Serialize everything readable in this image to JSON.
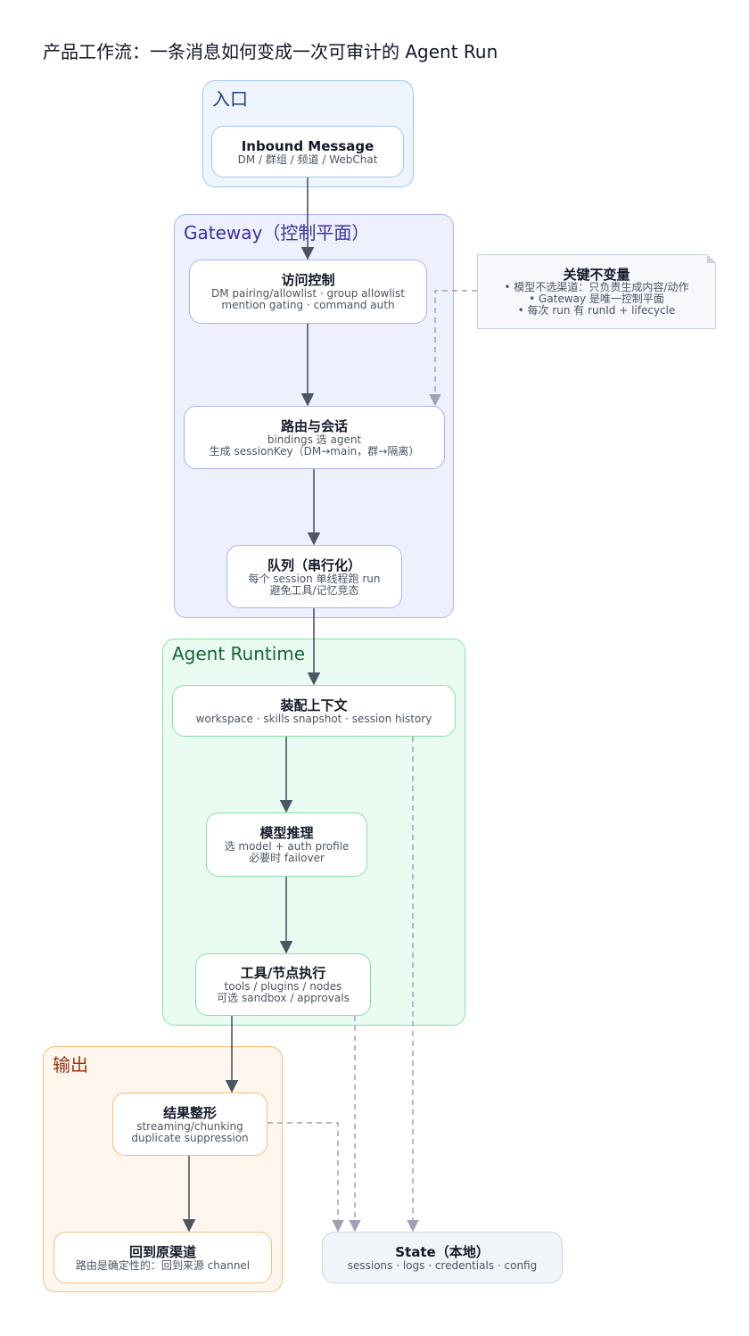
{
  "title": "产品工作流：一条消息如何变成一次可审计的 Agent Run",
  "groups": {
    "entry": "入口",
    "gateway": "Gateway（控制平面）",
    "agent": "Agent Runtime",
    "output": "输出"
  },
  "nodes": {
    "inbound": {
      "title": "Inbound Message",
      "lines": [
        "DM / 群组 / 频道 / WebChat"
      ]
    },
    "access": {
      "title": "访问控制",
      "lines": [
        "DM pairing/allowlist · group allowlist",
        "mention gating · command auth"
      ]
    },
    "routing": {
      "title": "路由与会话",
      "lines": [
        "bindings 选 agent",
        "生成 sessionKey（DM→main，群→隔离）"
      ]
    },
    "queue": {
      "title": "队列（串行化）",
      "lines": [
        "每个 session 单线程跑 run",
        "避免工具/记忆竞态"
      ]
    },
    "context": {
      "title": "装配上下文",
      "lines": [
        "workspace · skills snapshot · session history"
      ]
    },
    "model": {
      "title": "模型推理",
      "lines": [
        "选 model + auth profile",
        "必要时 failover"
      ]
    },
    "tools": {
      "title": "工具/节点执行",
      "lines": [
        "tools / plugins / nodes",
        "可选 sandbox / approvals"
      ]
    },
    "shaping": {
      "title": "结果整形",
      "lines": [
        "streaming/chunking",
        "duplicate suppression"
      ]
    },
    "reply": {
      "title": "回到原渠道",
      "lines": [
        "路由是确定性的：回到来源 channel"
      ]
    },
    "state": {
      "title": "State（本地）",
      "lines": [
        "sessions · logs · credentials · config"
      ]
    }
  },
  "note": {
    "title": "关键不变量",
    "lines": [
      "• 模型不选渠道：只负责生成内容/动作",
      "• Gateway 是唯一控制平面",
      "• 每次 run 有 runId + lifecycle"
    ]
  },
  "colors": {
    "edge": "#4b5563",
    "dashed_edge": "#9ca3af"
  }
}
